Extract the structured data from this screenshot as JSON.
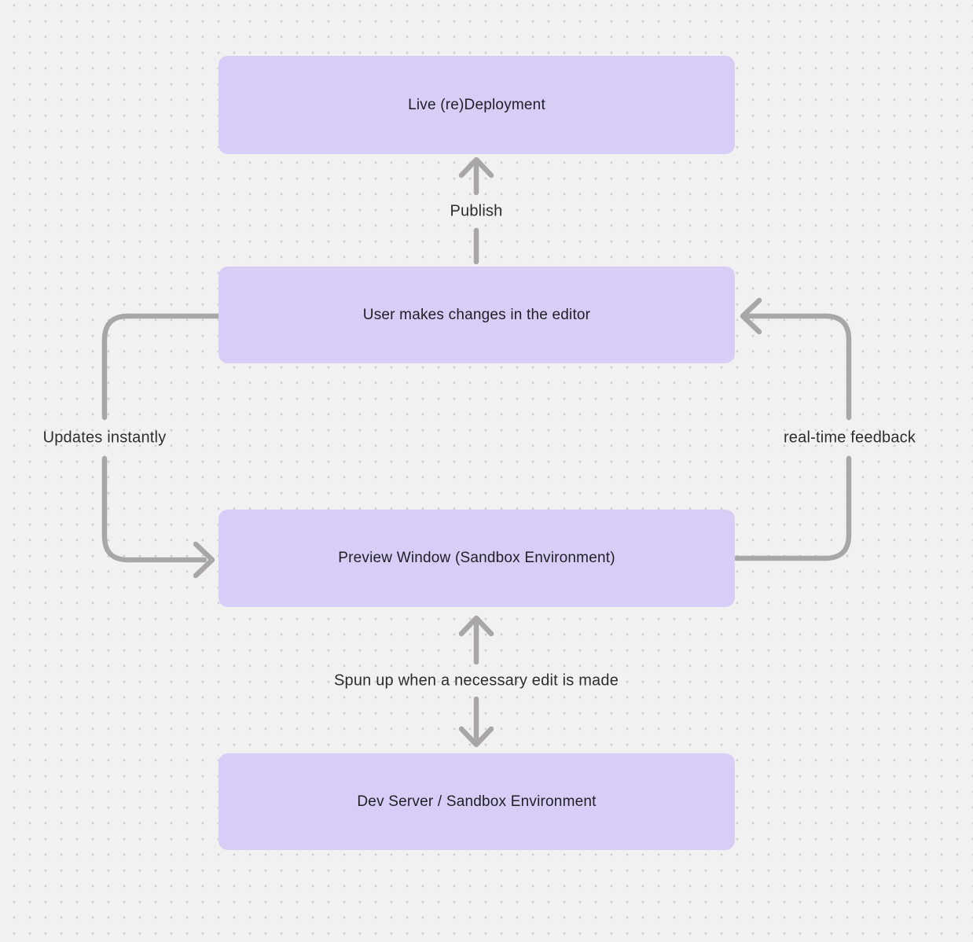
{
  "diagram": {
    "nodes": [
      {
        "id": "live-deployment",
        "label": "Live (re)Deployment"
      },
      {
        "id": "editor",
        "label": "User makes changes in the editor"
      },
      {
        "id": "preview",
        "label": "Preview Window (Sandbox Environment)"
      },
      {
        "id": "dev-server",
        "label": "Dev Server / Sandbox Environment"
      }
    ],
    "edges": [
      {
        "label": "Publish",
        "from": "editor",
        "to": "live-deployment",
        "direction": "up"
      },
      {
        "label": "Updates instantly",
        "from": "editor",
        "to": "preview",
        "direction": "left-loop"
      },
      {
        "label": "real-time feedback",
        "from": "preview",
        "to": "editor",
        "direction": "right-loop"
      },
      {
        "label": "Spun up when a necessary edit is made",
        "from": "dev-server",
        "to": "preview",
        "direction": "bidirectional"
      }
    ],
    "colors": {
      "background": "#f2f1f1",
      "grid_dot": "#cfcdcd",
      "node_fill": "#d7cdf7",
      "node_text": "#1f1f24",
      "arrow": "#a8a6a6",
      "edge_label_text": "#2d2d2d"
    }
  }
}
